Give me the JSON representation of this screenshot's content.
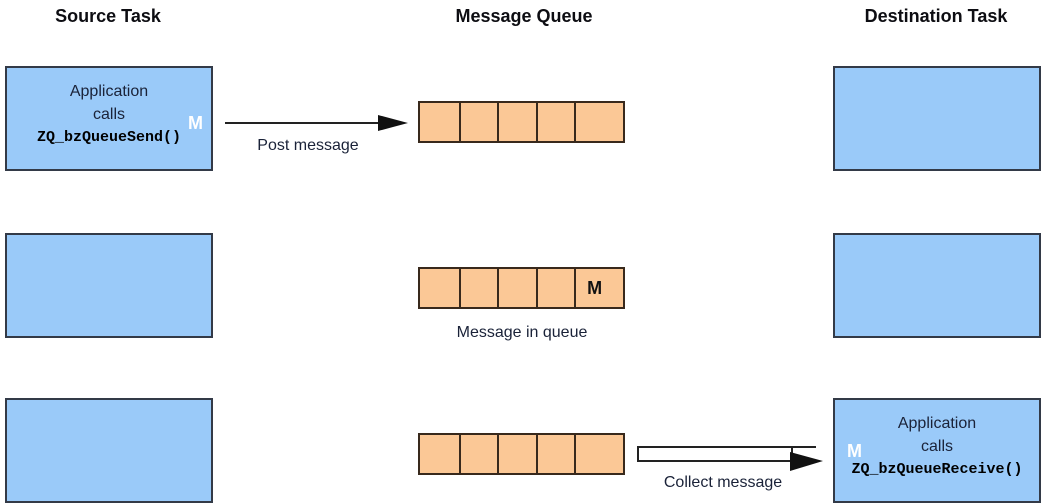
{
  "diagram": {
    "column_titles": {
      "source": "Source Task",
      "queue": "Message Queue",
      "destination": "Destination Task"
    },
    "row1": {
      "source_box": {
        "line1": "Application",
        "line2": "calls",
        "code": "ZQ_bzQueueSend()",
        "marker": "M"
      },
      "arrow_label": "Post message"
    },
    "row2": {
      "queue_marker": "M",
      "caption": "Message in queue"
    },
    "row3": {
      "arrow_label": "Collect message",
      "dest_box": {
        "line1": "Application",
        "line2": "calls",
        "code": "ZQ_bzQueueReceive()",
        "marker": "M"
      }
    },
    "queue_cells_per_row": 5,
    "colors": {
      "task_box_fill": "#9ACAF9",
      "task_box_border": "#333a47",
      "queue_cell_fill": "#FBC896",
      "queue_cell_border": "#38291c",
      "marker_on_box": "#FFFFFF",
      "marker_in_queue": "#111111",
      "label_text": "#1A2238",
      "title_text": "#0D0D12",
      "arrow": "#222222"
    }
  }
}
